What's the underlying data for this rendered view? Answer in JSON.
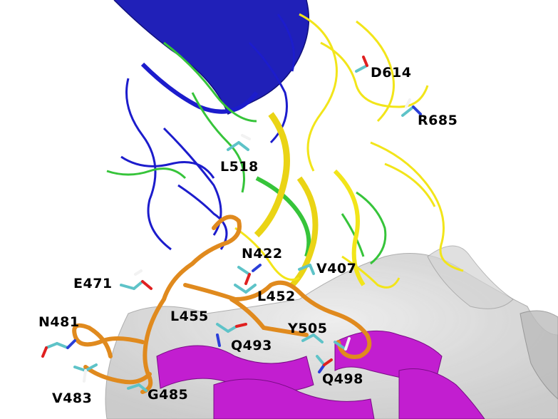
{
  "labels": {
    "d614": "D614",
    "r685": "R685",
    "l518": "L518",
    "n422": "N422",
    "v407": "V407",
    "e471": "E471",
    "l452": "L452",
    "l455": "L455",
    "n481": "N481",
    "y505": "Y505",
    "q493": "Q493",
    "q498": "Q498",
    "v483": "V483",
    "g485": "G485"
  },
  "colors": {
    "chain_blue": "#1c1ccc",
    "chain_green": "#36c43a",
    "chain_yellow": "#f2e51a",
    "loop_orange": "#e08a1e",
    "receptor_magenta": "#c21ed0",
    "surface_gray": "#c8c8c8",
    "atom_carbon": "#5ec3c8",
    "atom_oxygen": "#e02020",
    "atom_nitrogen": "#2a3fd8",
    "atom_hydrogen": "#f2f2f2"
  }
}
